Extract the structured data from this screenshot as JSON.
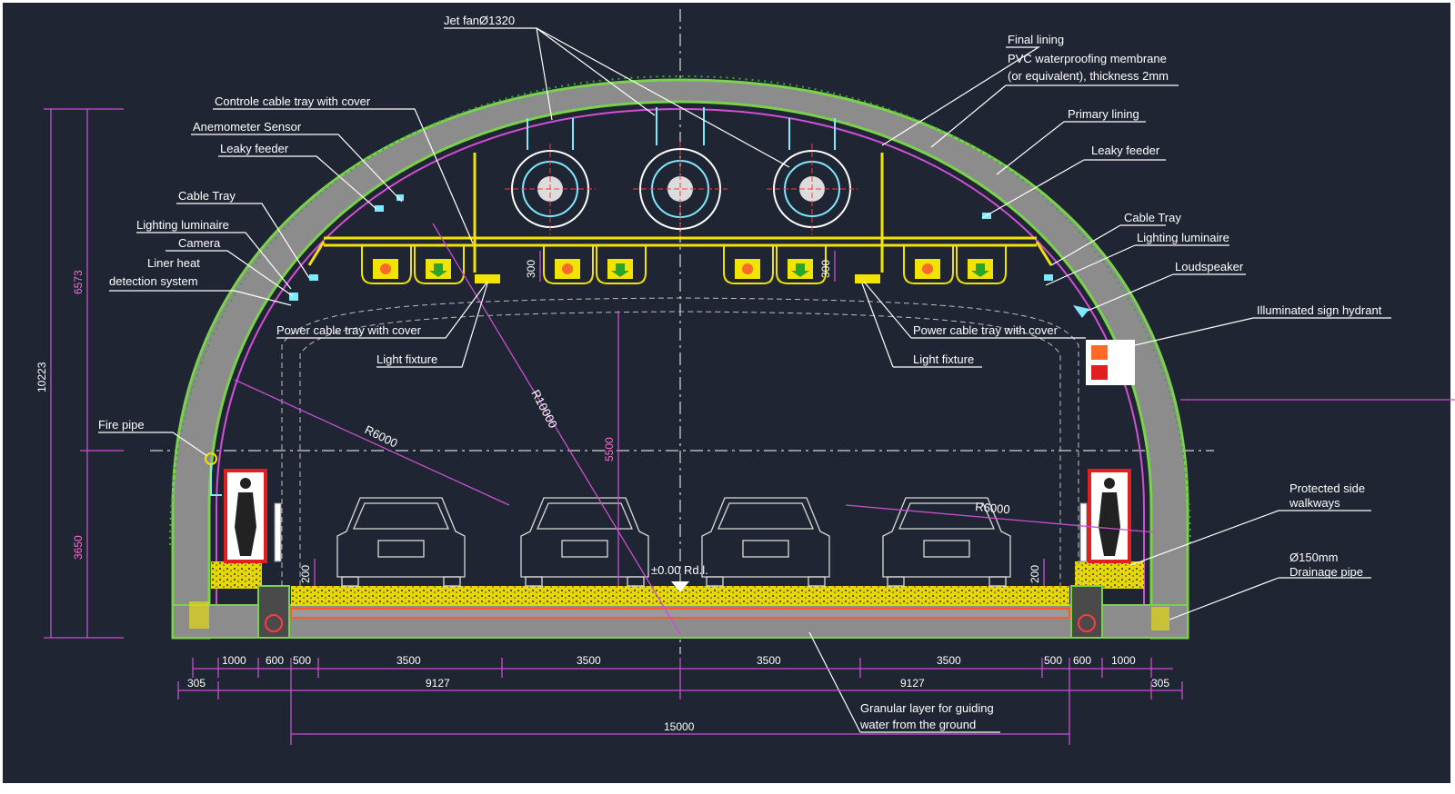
{
  "colors": {
    "background": "#1f2532",
    "outer_lining": "#7ad14b",
    "concrete": "#8a8a8a",
    "membrane": "#d24fd8",
    "dimension": "#c94fd0",
    "equipment": "#f2e400",
    "fan": "#7fe9ff",
    "labels": "#ffffff"
  },
  "labels": {
    "jet_fan": "Jet fanØ1320",
    "final_lining": "Final lining",
    "pvc_membrane_1": "PVC waterproofing membrane",
    "pvc_membrane_2": "(or equivalent), thickness 2mm",
    "primary_lining": "Primary lining",
    "leaky_feeder_right": "Leaky feeder",
    "cable_tray_right": "Cable Tray",
    "lighting_luminaire_right": "Lighting luminaire",
    "loudspeaker": "Loudspeaker",
    "illuminated_sign_hydrant": "Illuminated sign hydrant",
    "controle_cable_tray": "Controle cable tray with cover",
    "anemometer_sensor": "Anemometer Sensor",
    "leaky_feeder_left": "Leaky feeder",
    "cable_tray_left": "Cable Tray",
    "lighting_luminaire_left": "Lighting luminaire",
    "camera": "Camera",
    "liner_heat_1": "Liner heat",
    "liner_heat_2": "detection system",
    "power_cable_tray_left": "Power cable tray with cover",
    "light_fixture_left": "Light fixture",
    "power_cable_tray_right": "Power cable tray with cover",
    "light_fixture_right": "Light fixture",
    "fire_pipe": "Fire pipe",
    "protected_walkways_1": "Protected side",
    "protected_walkways_2": "walkways",
    "drainage_1": "Ø150mm",
    "drainage_2": "Drainage pipe",
    "granular_1": "Granular layer for guiding",
    "granular_2": "water from the ground",
    "radius_10000": "R10000",
    "radius_6000_left": "R6000",
    "radius_6000_right": "R6000",
    "road_level": "±0.00 Rd.l."
  },
  "dimensions": {
    "h_10223": "10223",
    "h_6573": "6573",
    "h_3650": "3650",
    "h_5500": "5500",
    "h_300_left": "300",
    "h_300_right": "300",
    "h_200_left": "200",
    "h_200_right": "200",
    "w_1000_left": "1000",
    "w_600_left": "600",
    "w_500_left": "500",
    "w_3500_1": "3500",
    "w_3500_2": "3500",
    "w_3500_3": "3500",
    "w_3500_4": "3500",
    "w_500_right": "500",
    "w_600_right": "600",
    "w_1000_right": "1000",
    "w_305_left": "305",
    "w_9127_left": "9127",
    "w_9127_right": "9127",
    "w_305_right": "305",
    "w_15000": "15000"
  }
}
